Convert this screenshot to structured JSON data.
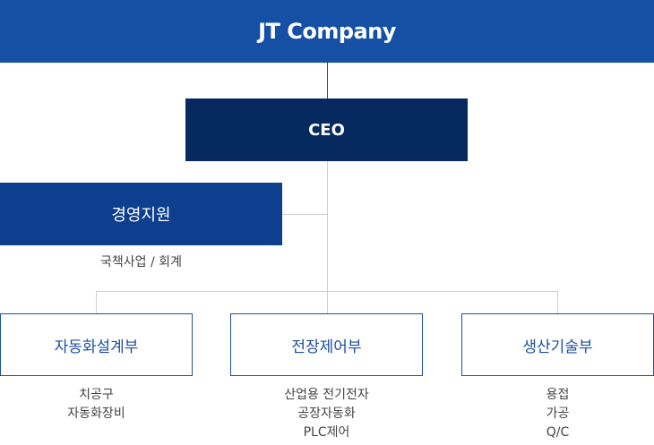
{
  "company": "JT Company",
  "ceo": "CEO",
  "management": {
    "label": "경영지원",
    "desc": "국책사업 / 회계"
  },
  "departments": [
    {
      "label": "자동화설계부",
      "items": [
        "치공구",
        "자동화장비"
      ]
    },
    {
      "label": "전장제어부",
      "items": [
        "산업용 전기전자",
        "공장자동화",
        "PLC제어"
      ]
    },
    {
      "label": "생산기술부",
      "items": [
        "용접",
        "가공",
        "Q/C"
      ]
    }
  ],
  "colors": {
    "top": "#1550a5",
    "ceo": "#06295f",
    "management": "#0e3f8e",
    "dept_border": "#1f4f9c",
    "dept_text": "#1b4ea3",
    "connector": "#cfcfcf"
  }
}
